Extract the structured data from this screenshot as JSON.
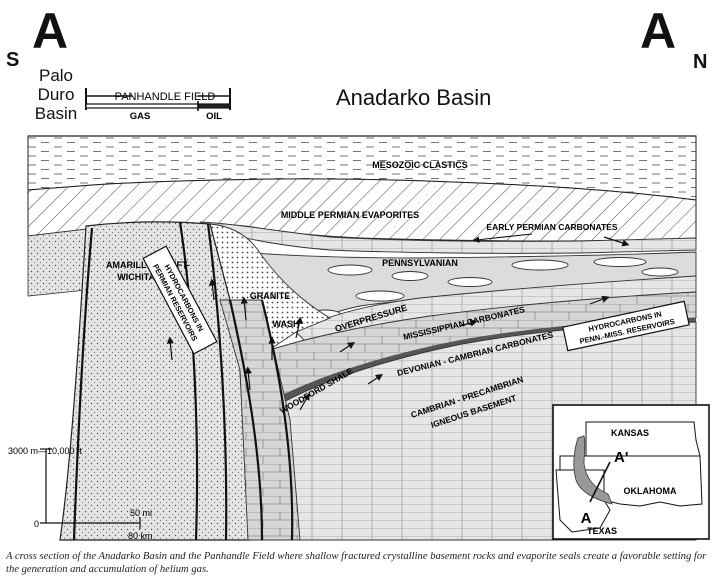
{
  "section": {
    "left_letter": "A",
    "right_letter": "A",
    "left_direction": "S",
    "right_direction": "N"
  },
  "palo_duro": [
    "Palo",
    "Duro",
    "Basin"
  ],
  "panhandle_field": {
    "label": "PANHANDLE FIELD",
    "gas": "GAS",
    "oil": "OIL"
  },
  "title": "Anadarko Basin",
  "units": {
    "mesozoic": "MESOZOIC CLASTICS",
    "middle_permian": "MIDDLE PERMIAN EVAPORITES",
    "early_permian": "EARLY PERMIAN CARBONATES",
    "pennsylvanian": "PENNSYLVANIAN",
    "uplift": [
      "AMARILLO UPLIFT-",
      "WICHITA MTS."
    ],
    "granite_wash": [
      "GRANITE",
      "WASH"
    ],
    "overpressure": "OVERPRESSURE",
    "mississippian": "MISSISSIPPIAN CARBONATES",
    "devonian": "DEVONIAN - CAMBRIAN CARBONATES",
    "woodford": "WOODFORD SHALE",
    "basement": [
      "CAMBRIAN - PRECAMBRIAN",
      "IGNEOUS BASEMENT"
    ]
  },
  "boxes": {
    "perm": [
      "HYDROCARBONS IN",
      "PERMIAN RESERVOIRS"
    ],
    "penn": [
      "HYDROCARBONS IN",
      "PENN.-MISS. RESERVOIRS"
    ]
  },
  "scale": {
    "vertical": "3000 m—10,000 ft",
    "zero": "0",
    "mi": "50 mi",
    "km": "80 km"
  },
  "inset": {
    "kansas": "KANSAS",
    "oklahoma": "OKLAHOMA",
    "texas": "TEXAS",
    "a": "A",
    "a_prime": "A'"
  },
  "caption": "A cross section of the Anadarko Basin and the Panhandle Field where shallow fractured crystalline basement rocks and evaporite seals create a favorable setting for the generation and accumulation of helium gas."
}
